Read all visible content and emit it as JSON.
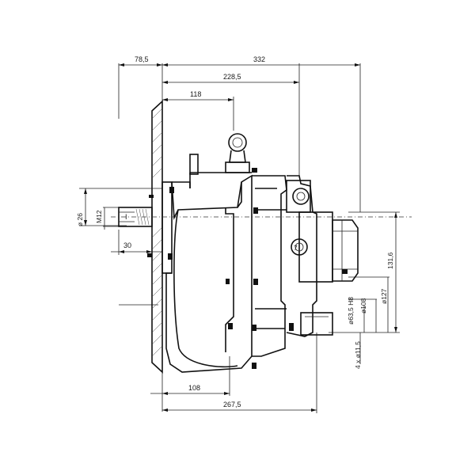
{
  "dimensions": {
    "top_left_width": "78,5",
    "overall_length": "332",
    "top_mid_length": "228,5",
    "top_short_length": "118",
    "bottom_short_length": "108",
    "bottom_long_length": "267,5",
    "shaft_diameter": "ø 26",
    "shaft_thread": "M12",
    "shaft_length": "30",
    "flange_height": "131,6",
    "spigot_diameter": "ø63,5 H8",
    "bolt_circle_diameter": "ø108",
    "outer_diameter": "ø127",
    "mount_holes": "4 x ø11,5"
  },
  "shaft_label": "I"
}
